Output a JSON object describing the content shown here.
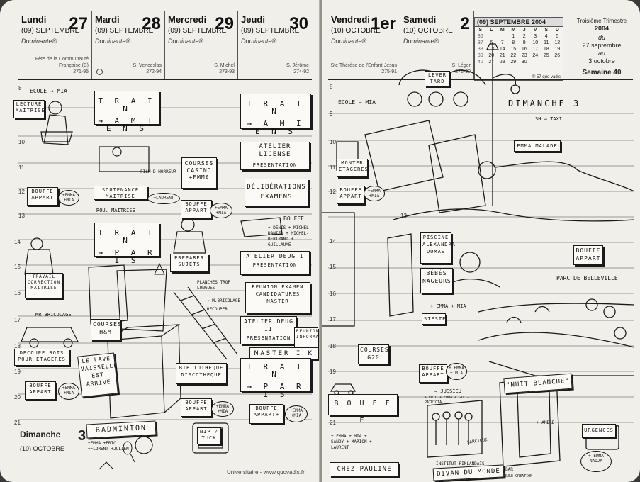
{
  "left_page": {
    "days": [
      {
        "name": "Lundi",
        "num": "27",
        "month": "(09) SEPTEMBRE",
        "dominante": "Dominante®",
        "saint": "Fête de la Communauté Française (B)",
        "code": "271-95"
      },
      {
        "name": "Mardi",
        "num": "28",
        "month": "(09) SEPTEMBRE",
        "dominante": "Dominante®",
        "saint": "S. Venceslas",
        "code": "272-94"
      },
      {
        "name": "Mercredi",
        "num": "29",
        "month": "(09) SEPTEMBRE",
        "dominante": "Dominante®",
        "saint": "S. Michel",
        "code": "273-93"
      },
      {
        "name": "Jeudi",
        "num": "30",
        "month": "(09) SEPTEMBRE",
        "dominante": "Dominante®",
        "saint": "S. Jérôme",
        "code": "274-92"
      }
    ],
    "hours": [
      "8",
      "9",
      "10",
      "11",
      "12",
      "13",
      "14",
      "15",
      "16",
      "17",
      "18",
      "19",
      "20",
      "21"
    ],
    "sunday_label": "Dimanche",
    "sunday_num": "3",
    "sunday_month": "(10) OCTOBRE",
    "footer": "Universitaire - www.quovadis.fr",
    "notes": {
      "ecole": "ECOLE → MIA",
      "lecture": "LECTURE MAITRISE",
      "bouffe1": "BOUFFE APPART",
      "emma1": "+EMMA +MIA",
      "train1a": "T R A I N",
      "train1b": "→ A M I E N S",
      "film": "FILM D'HORREUR",
      "soutenance": "SOUTENANCE MAITRISE",
      "roumaitrise": "ROU. MAITRISE",
      "laurent": "+LAURENT",
      "train2a": "T R A I N",
      "train2b": "→ P A R I S",
      "courses1": "COURSES CASINO +EMMA",
      "bouffe2": "BOUFFE APPART",
      "emma2": "+EMMA +MIA",
      "preparer": "PREPARER SUJETS",
      "planches": "PLANCHES TROP LONGUES",
      "bricolage": "RECOUPER",
      "bricolage2": "→ M.BRICOLAGE",
      "travail": "TRAVAIL CORRECTION MAITRISE",
      "mrbricolage": "MR BRICOLAGE",
      "courses2": "COURSES H&M",
      "decoupe": "DECOUPE BOIS POUR ETAGERES",
      "lave": "LE LAVE VAISSELLE EST ARRIVÉ",
      "bouffe3": "BOUFFE APPART",
      "emma3": "+EMMA +MIA",
      "biblio": "BIBLIOTHEQUE DISCOTHEQUE",
      "bouffe4": "BOUFFE APPART",
      "emma4": "+EMMA +MIA",
      "badminton": "BADMINTON",
      "badmembers": "+EMMA +ERIC +FLORENT +JULIEN",
      "nip": "NIP / TUCK",
      "train3a": "T R A I N",
      "train3b": "→ A M I E N S",
      "atelier1": "ATELIER LICENSE",
      "presentation1": "PRESENTATION",
      "deliberations": "DÉLIBÉRATIONS EXAMENS",
      "bouffe5": "BOUFFE",
      "bouffe5b": "+ DENIS + MICHEL-DANIEL + MICHEL-BERTRAND + GUILLAUME",
      "atelier2": "ATELIER DEUG I",
      "presentation2": "PRESENTATION",
      "reunion1": "REUNION EXAMEN CANDIDATURES MASTER",
      "atelier3": "ATELIER DEUG II",
      "presentation3": "PRESENTATION",
      "reunion2": "REUNION INFORMATION",
      "master": "MASTER I K II",
      "train4a": "T R A I N",
      "train4b": "→ P A R I S",
      "bouffe6": "BOUFFE APPART+",
      "emma6": "+EMMA +MIA"
    }
  },
  "right_page": {
    "days": [
      {
        "name": "Vendredi",
        "num": "1er",
        "month": "(10) OCTOBRE",
        "dominante": "Dominante®",
        "saint": "Ste Thérèse de l'Enfant-Jésus",
        "code": "275-91"
      },
      {
        "name": "Samedi",
        "num": "2",
        "month": "(10) OCTOBRE",
        "dominante": "Dominante®",
        "saint": "S. Léger",
        "code": "276-90"
      }
    ],
    "calendar": {
      "title": "(09) SEPTEMBRE 2004",
      "headers": [
        "S",
        "L",
        "M",
        "M",
        "J",
        "V",
        "S",
        "D"
      ],
      "rows": [
        [
          "36",
          "",
          "",
          "1",
          "2",
          "3",
          "4",
          "5"
        ],
        [
          "37",
          "6",
          "7",
          "8",
          "9",
          "10",
          "11",
          "12"
        ],
        [
          "38",
          "13",
          "14",
          "15",
          "16",
          "17",
          "18",
          "19"
        ],
        [
          "39",
          "20",
          "21",
          "22",
          "23",
          "24",
          "25",
          "26"
        ],
        [
          "40",
          "27",
          "28",
          "29",
          "30",
          "",
          "",
          ""
        ]
      ],
      "footer": "© 57 quo vadis"
    },
    "trimestre": "Troisième Trimestre",
    "year": "2004",
    "du": "du",
    "from": "27 septembre",
    "au": "au",
    "to": "3 octobre",
    "semaine": "Semaine 40",
    "sunday": "DIMANCHE 3",
    "hours": [
      "8",
      "9",
      "10",
      "11",
      "12",
      "13",
      "14",
      "15",
      "16",
      "17",
      "18",
      "19",
      "20",
      "21"
    ],
    "notes": {
      "ecole": "ECOLE → MIA",
      "monter": "MONTER ETAGERES",
      "bouffe1": "BOUFFE APPART",
      "emma1": "+EMMA +MIA",
      "lever": "LEVER TARD",
      "taxi": "3H → TAXI",
      "emmamalade": "EMMA MALADE",
      "piscine": "PISCINE ALEXANDRA DUMAS",
      "bebes": "BÉBÉS NAGEURS",
      "emma2": "+ EMMA + MIA",
      "sieste": "SIESTE",
      "bouffe2": "BOUFFE APPART",
      "parc": "PARC DE BELLEVILLE",
      "courses": "COURSES G20",
      "bouffe3": "BOUFFE APPART",
      "emma3": "+ EMMA + MIA",
      "nuit": "\"NUIT BLANCHE\"",
      "jussieu": "→ JUSSIEU",
      "jussieu2": "+ ERIC + EMMA + GIL + PATRICIA",
      "bouffe4": "B O U F F E",
      "bouffe4b": "+ EMMA + MIA + SANDY + MARION + LAURENT",
      "chez": "CHEZ PAULINE",
      "finland": "INSTITUT FINLANDAIS",
      "divan": "DIVAN DU MONDE",
      "bar": "BAR",
      "seule": "SEULE CREATION",
      "urgences": "URGENCES",
      "emma4": "+ EMMA NADJA",
      "ambre": "+ AMBRE",
      "sarcique": "SARCIQUE"
    }
  }
}
